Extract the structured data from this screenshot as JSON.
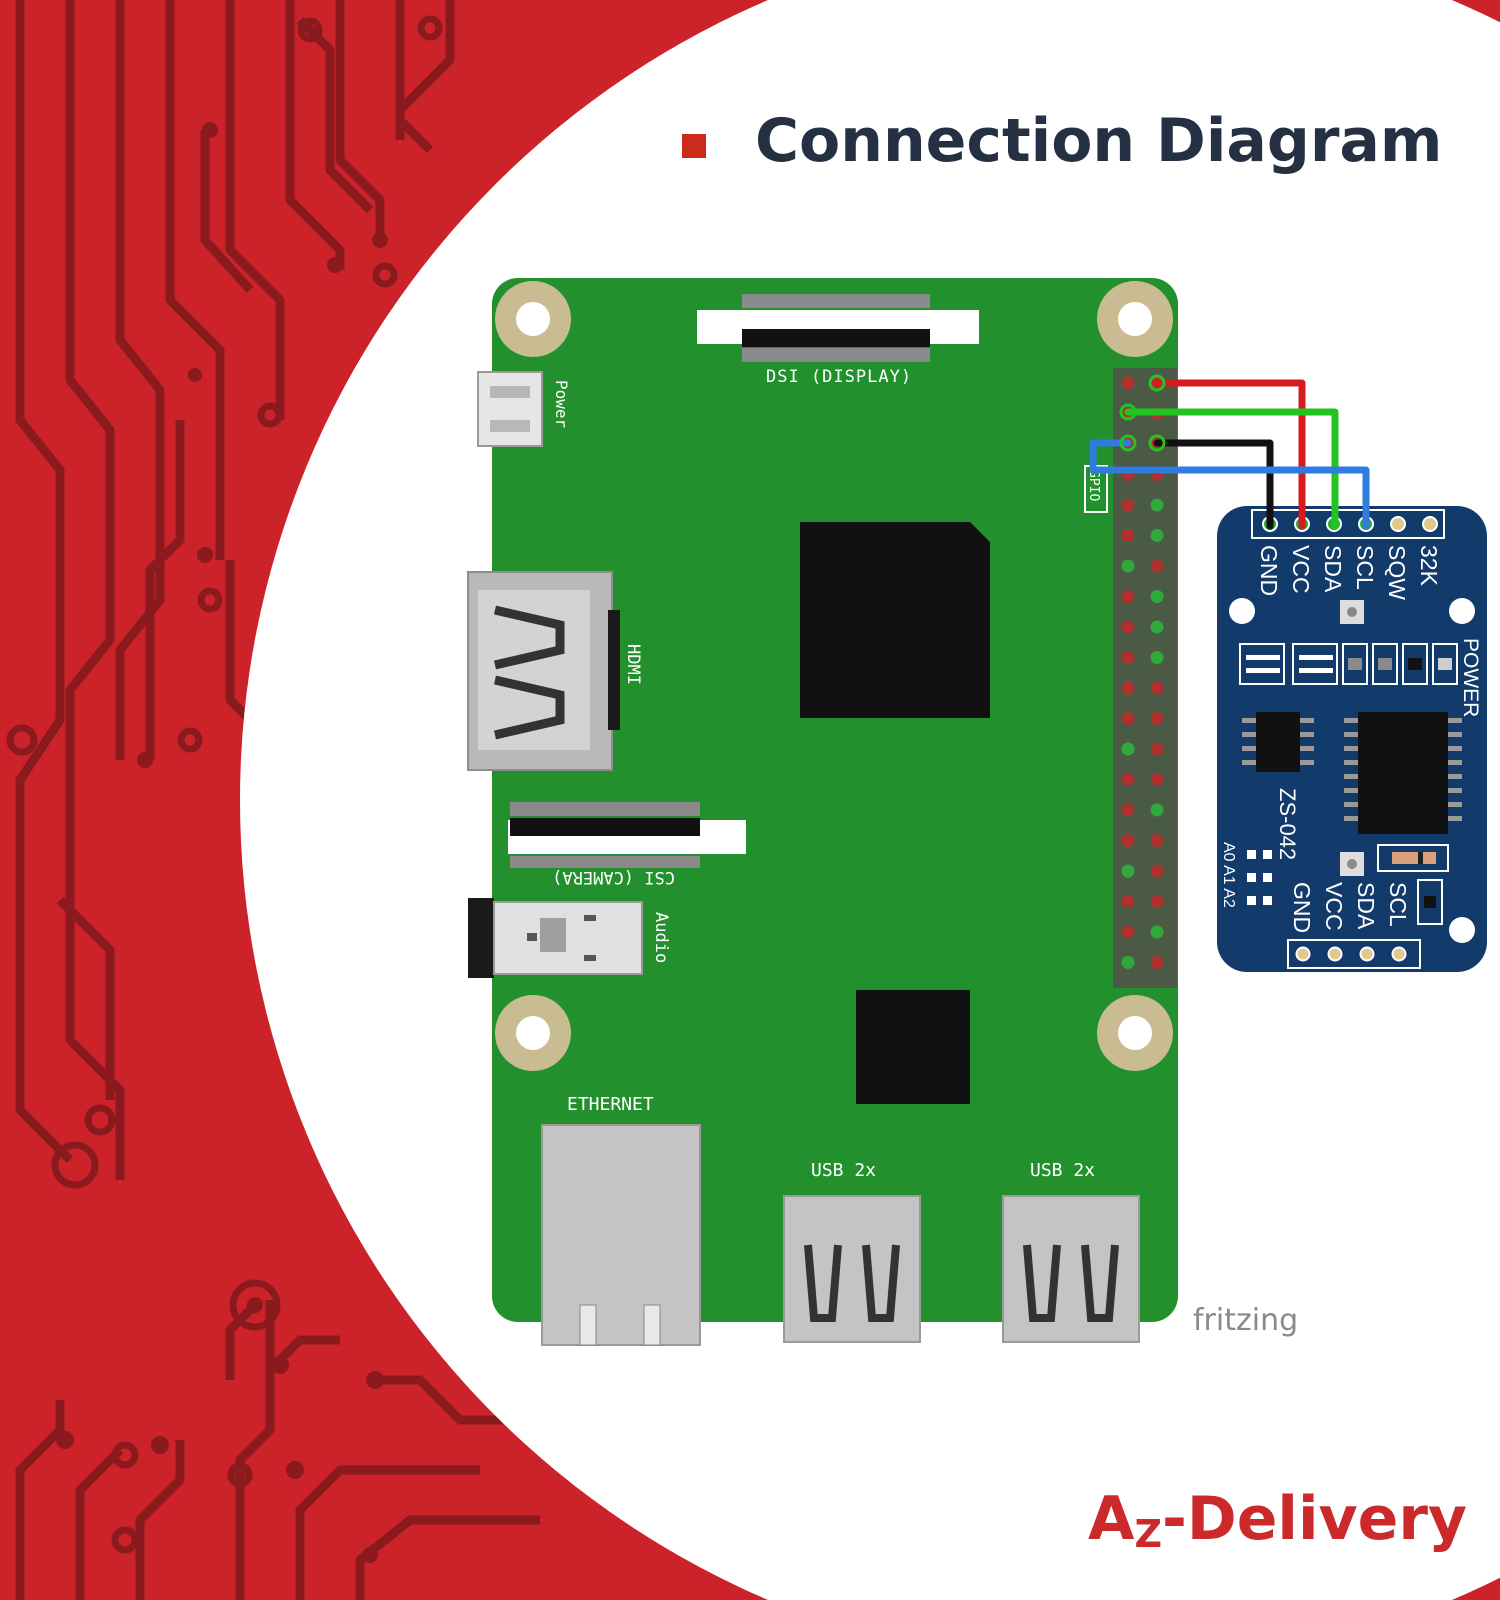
{
  "title": "Connection Diagram",
  "brand": {
    "main": "A",
    "sub": "Z",
    "rest": "-Delivery"
  },
  "watermark": "fritzing",
  "colors": {
    "background_red": "#cc2229",
    "trace_dark": "#8a1a1e",
    "board_green": "#23902e",
    "module_blue": "#123a6b",
    "wire_vcc": "#d71920",
    "wire_sda": "#21c521",
    "wire_gnd": "#111111",
    "wire_scl": "#2f7be0"
  },
  "raspberry_pi": {
    "labels": {
      "power": "Power",
      "dsi": "DSI (DISPLAY)",
      "hdmi": "HDMI",
      "csi": "CSI (CAMERA)",
      "audio": "Audio",
      "gpio": "GPIO",
      "ethernet": "ETHERNET",
      "usb1": "USB 2x",
      "usb2": "USB 2x"
    }
  },
  "rtc_module": {
    "name": "ZS-042",
    "top_pins": [
      "GND",
      "VCC",
      "SDA",
      "SCL",
      "SQW",
      "32K"
    ],
    "bottom_pins": [
      "GND",
      "VCC",
      "SDA",
      "SCL"
    ],
    "power_label": "POWER",
    "addr_labels": [
      "A0",
      "A1",
      "A2"
    ]
  },
  "wires": [
    {
      "name": "VCC",
      "color": "red"
    },
    {
      "name": "SDA",
      "color": "green"
    },
    {
      "name": "GND",
      "color": "black"
    },
    {
      "name": "SCL",
      "color": "blue"
    }
  ]
}
